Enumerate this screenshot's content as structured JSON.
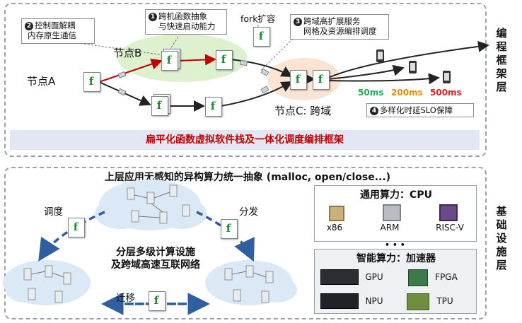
{
  "top_panel": {
    "side_label": [
      "编",
      "程",
      "框",
      "架",
      "层"
    ],
    "callouts": {
      "c1": {
        "num": "1",
        "line1": "跨机函数抽象",
        "line2": "与快速启动能力"
      },
      "c2": {
        "num": "2",
        "line1": "控制面解耦",
        "line2": "内存原生通信"
      },
      "c3": {
        "num": "3",
        "line1": "跨域高扩展服务",
        "line2": "网格及资源编排调度"
      },
      "c4": {
        "num": "4",
        "text": "多样化时延SLO保障"
      }
    },
    "fork_label": "fork扩容",
    "nodes": {
      "a": "节点A",
      "b": "节点B",
      "c": "节点C: 跨域"
    },
    "function_glyph": "f",
    "latencies": [
      {
        "text": "50ms",
        "color": "#20b050"
      },
      {
        "text": "200ms",
        "color": "#e09000"
      },
      {
        "text": "500ms",
        "color": "#e02020"
      }
    ],
    "bottom_bar": "扁平化函数虚拟软件栈及一体化调度编排框架"
  },
  "bottom_panel": {
    "side_label": [
      "基",
      "础",
      "设",
      "施",
      "层"
    ],
    "header": "上层应用无感知的异构算力统一抽象 (malloc, open/close...)",
    "labels": {
      "schedule": "调度",
      "dispatch": "分发",
      "migrate": "迁移"
    },
    "center_text": {
      "line1": "分层多级计算设施",
      "line2": "及跨域高速互联网络"
    },
    "cpu_box": {
      "title": "通用算力：CPU",
      "items": [
        "x86",
        "ARM",
        "RISC-V"
      ]
    },
    "ellipsis": "• • •",
    "acc_box": {
      "title": "智能算力：加速器",
      "items": [
        "GPU",
        "FPGA",
        "NPU",
        "TPU"
      ]
    }
  }
}
